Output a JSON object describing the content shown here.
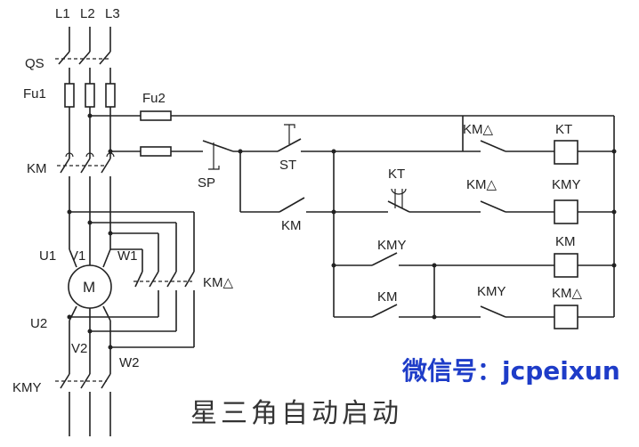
{
  "labels": {
    "l1": "L1",
    "l2": "L2",
    "l3": "L3",
    "qs": "QS",
    "fu1": "Fu1",
    "fu2": "Fu2",
    "km_main": "KM",
    "u1": "U1",
    "v1": "V1",
    "w1": "W1",
    "motor": "M",
    "u2": "U2",
    "v2": "V2",
    "w2": "W2",
    "km_delta_power": "KM△",
    "km_y_power": "KMY",
    "sp": "SP",
    "st": "ST",
    "km_hold": "KM",
    "kt_contact": "KT",
    "km_delta_ctrl1": "KM△",
    "km_delta_ctrl2": "KM△",
    "kt_coil": "KT",
    "kmy_coil": "KMY",
    "km_coil": "KM",
    "kmdelta_coil": "KM△",
    "kmy_ctrl": "KMY",
    "km_ctrl": "KM",
    "kmy_ctrl2": "KMY"
  },
  "title": "星三角自动启动",
  "watermark": "微信号：jcpeixun"
}
